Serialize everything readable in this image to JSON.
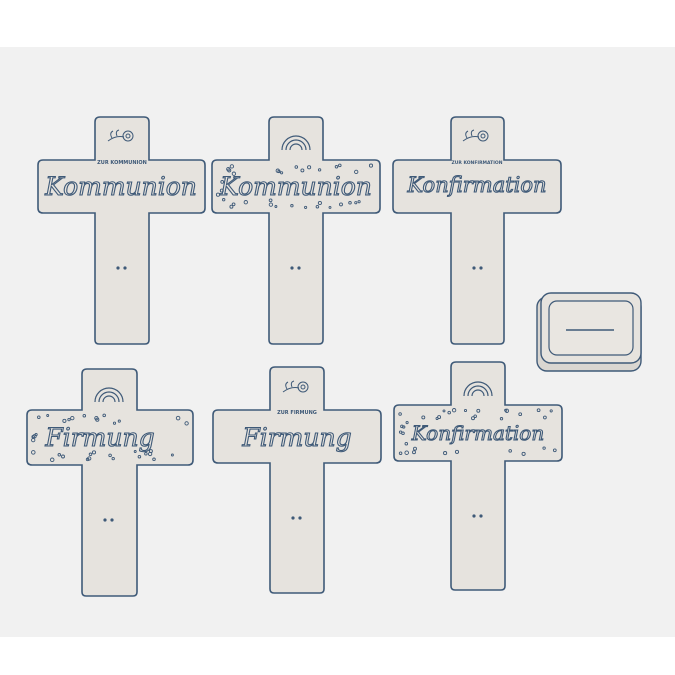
{
  "colors": {
    "background": "#ffffff",
    "plate": "#f1f1f1",
    "part_fill": "#e6e3de",
    "part_outline": "#3f5a78",
    "part_shadow": "#c9c6c1"
  },
  "crosses": [
    {
      "label": "Kommunion",
      "emblem": "flower-icon",
      "subtext": "ZUR KOMMUNION",
      "dotted": false
    },
    {
      "label": "Kommunion",
      "emblem": "rainbow-icon",
      "subtext": "",
      "dotted": true
    },
    {
      "label": "Konfirmation",
      "emblem": "flower-icon",
      "subtext": "ZUR KONFIRMATION",
      "dotted": false
    },
    {
      "label": "Firmung",
      "emblem": "rainbow-icon",
      "subtext": "",
      "dotted": true
    },
    {
      "label": "Firmung",
      "emblem": "flower-icon",
      "subtext": "ZUR FIRMUNG",
      "dotted": false
    },
    {
      "label": "Konfirmation",
      "emblem": "rainbow-icon",
      "subtext": "",
      "dotted": true
    }
  ],
  "holder": {
    "icon": "slot-icon"
  }
}
